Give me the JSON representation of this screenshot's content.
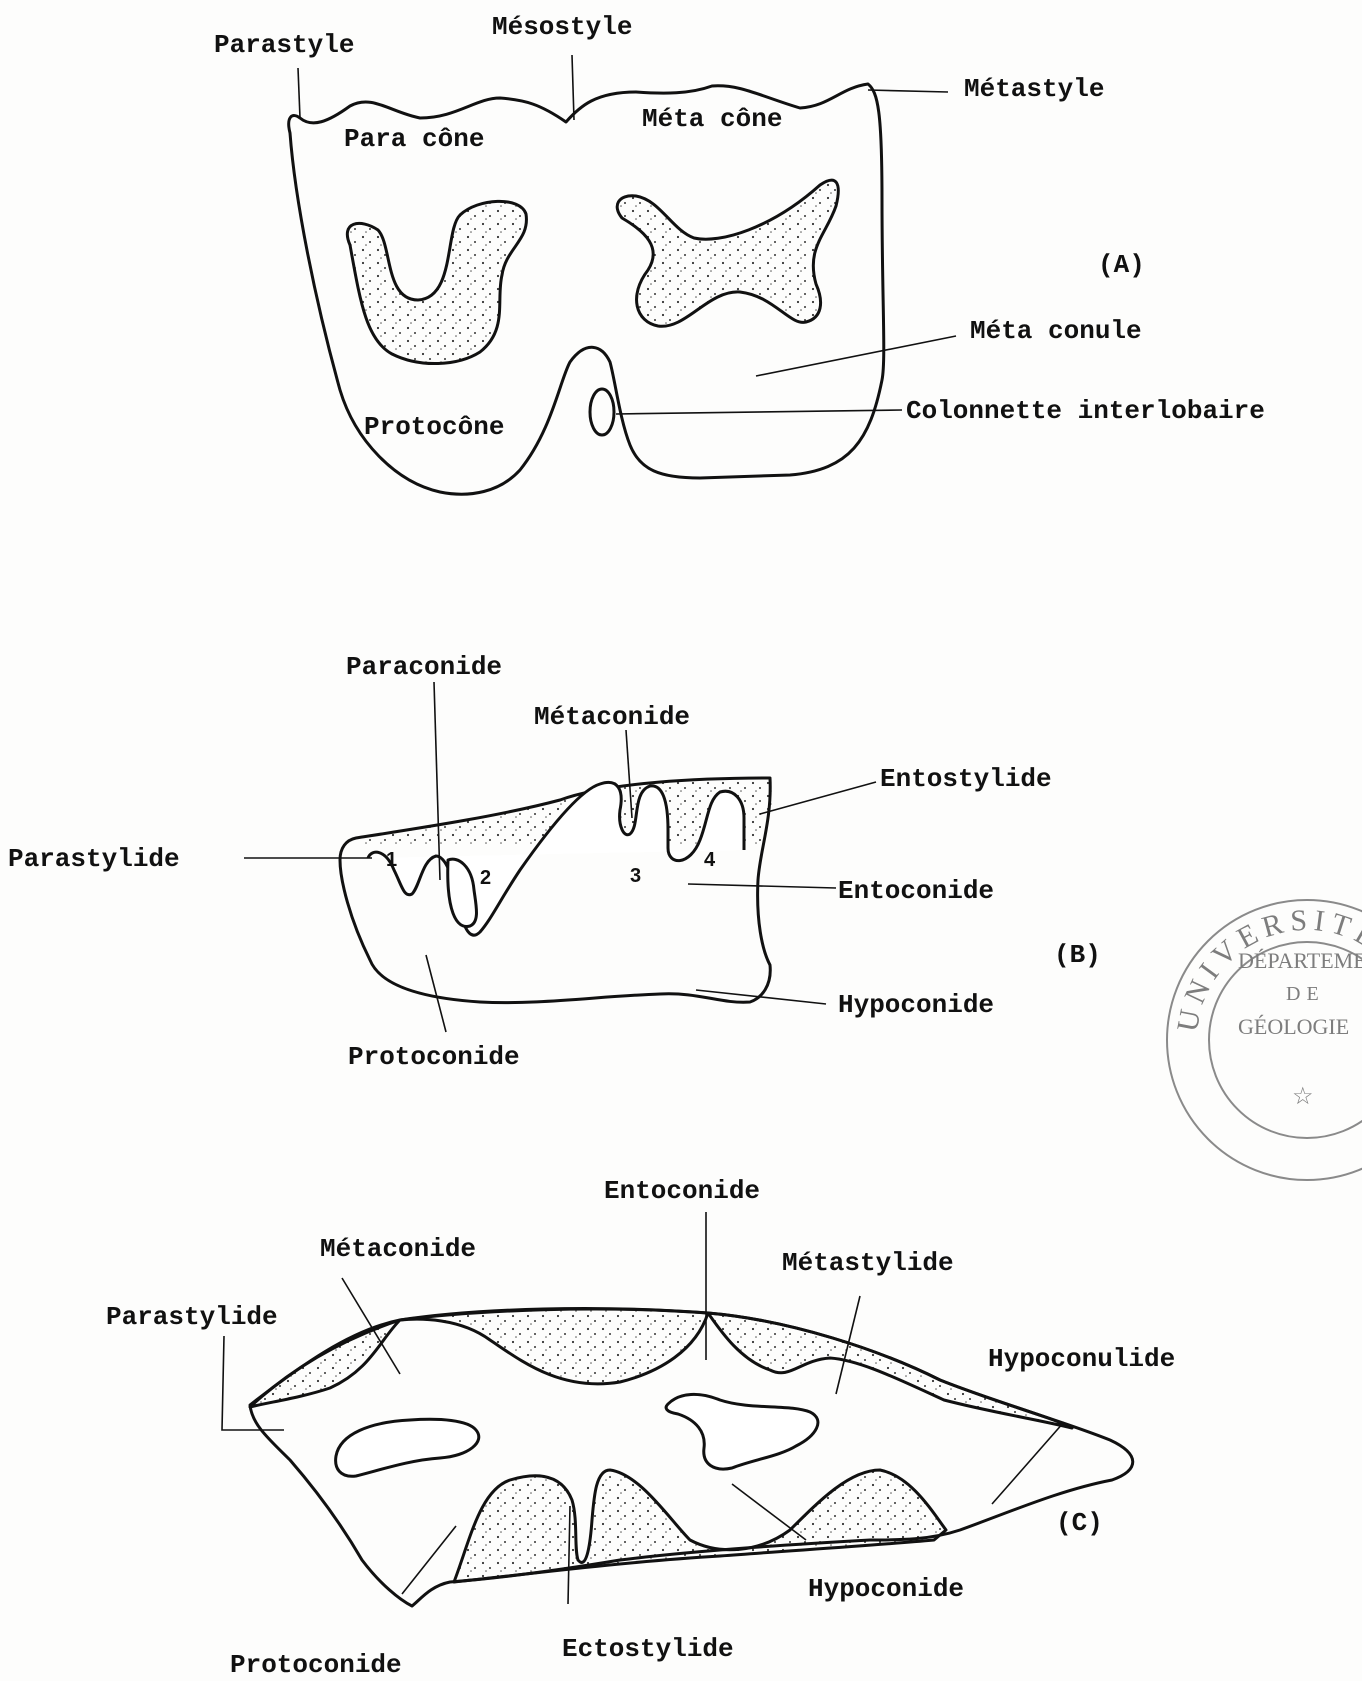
{
  "figure_a": {
    "panel": "(A)",
    "labels": {
      "parastyle": "Parastyle",
      "mesostyle": "Mésostyle",
      "metastyle": "Métastyle",
      "paracone": "Para cône",
      "metacone": "Méta cône",
      "metaconule": "Méta conule",
      "protocone": "Protocône",
      "colonnette": "Colonnette interlobaire"
    }
  },
  "figure_b": {
    "panel": "(B)",
    "labels": {
      "paraconide": "Paraconide",
      "metaconide": "Métaconide",
      "entostylide": "Entostylide",
      "parastylide": "Parastylide",
      "entoconide": "Entoconide",
      "hypoconide": "Hypoconide",
      "protoconide": "Protoconide"
    },
    "numbers": [
      "1",
      "2",
      "3",
      "4"
    ]
  },
  "figure_c": {
    "panel": "(C)",
    "labels": {
      "entoconide": "Entoconide",
      "metaconide": "Métaconide",
      "metastylide": "Métastylide",
      "parastylide": "Parastylide",
      "hypoconulide": "Hypoconulide",
      "protoconide": "Protoconide",
      "ectostylide": "Ectostylide",
      "hypoconide": "Hypoconide"
    }
  },
  "stamp": {
    "arc_text": "UNIVERSITE",
    "line1": "DÉPARTEMENT",
    "line2": "DE",
    "line3": "GÉOLOGIE",
    "color": "#7d7d7d"
  }
}
